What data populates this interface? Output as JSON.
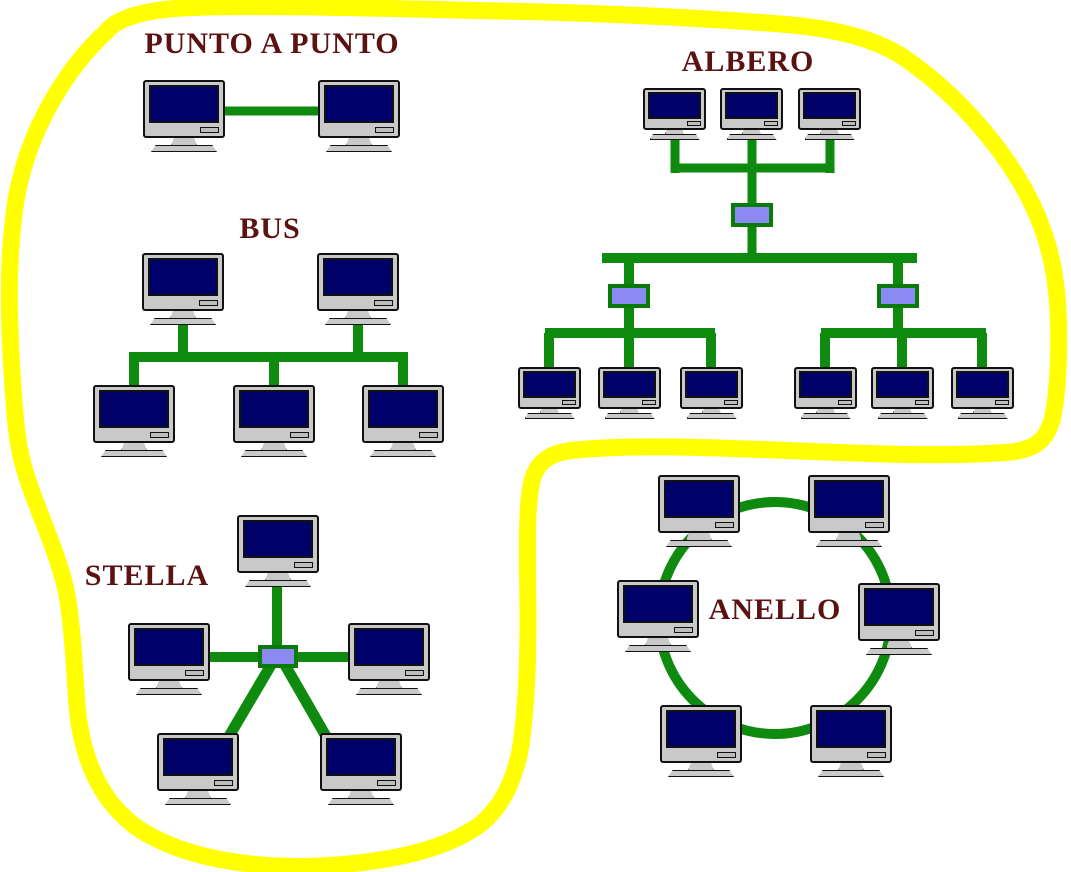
{
  "diagram_title": "Network topologies (Italian labels)",
  "colors": {
    "highlighter_yellow": "#FFFF00",
    "cable_green": "#0E8A0E",
    "hub_fill": "#8A8AF2",
    "hub_border": "#0A7A0A",
    "label_maroon": "#5C1212",
    "screen_navy": "#00006B",
    "case_gray": "#C9C9C9"
  },
  "topologies": [
    {
      "id": "punto-a-punto",
      "label": "PUNTO A PUNTO",
      "computer_count": 2,
      "hub_count": 0,
      "inside_highlight": true
    },
    {
      "id": "bus",
      "label": "BUS",
      "computer_count": 5,
      "hub_count": 0,
      "inside_highlight": true
    },
    {
      "id": "albero",
      "label": "ALBERO",
      "computer_count": 9,
      "hub_count": 3,
      "inside_highlight": true
    },
    {
      "id": "stella",
      "label": "STELLA",
      "computer_count": 5,
      "hub_count": 1,
      "inside_highlight": true
    },
    {
      "id": "anello",
      "label": "ANELLO",
      "computer_count": 6,
      "hub_count": 0,
      "inside_highlight": false
    }
  ],
  "icons": {
    "computer": "computer-icon",
    "hub": "hub-icon",
    "highlight": "freehand-highlight-outline"
  }
}
